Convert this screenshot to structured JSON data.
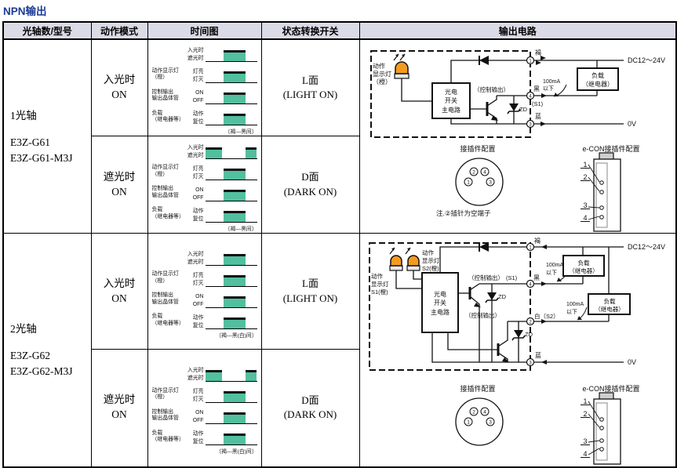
{
  "title": "NPN输出",
  "colors": {
    "title_blue": "#1b3b97",
    "pulse_teal": "#52bf9e",
    "lamp_orange": "#f49b1f",
    "header_bg": "#dbdbe7"
  },
  "table": {
    "headers": [
      "光轴数/型号",
      "动作模式",
      "时间图",
      "状态转换开关",
      "输出电路"
    ],
    "groups": [
      {
        "axes": "1光轴",
        "model1": "E3Z-G61",
        "model2": "E3Z-G61-M3J",
        "modes": [
          {
            "l1": "入光时",
            "l2": "ON"
          },
          {
            "l1": "遮光时",
            "l2": "ON"
          }
        ],
        "switches": [
          {
            "l1": "L面",
            "l2": "(LIGHT ON)"
          },
          {
            "l1": "D面",
            "l2": "(DARK ON)"
          }
        ]
      },
      {
        "axes": "2光轴",
        "model1": "E3Z-G62",
        "model2": "E3Z-G62-M3J",
        "modes": [
          {
            "l1": "入光时",
            "l2": "ON"
          },
          {
            "l1": "遮光时",
            "l2": "ON"
          }
        ],
        "switches": [
          {
            "l1": "L面",
            "l2": "(LIGHT ON)"
          },
          {
            "l1": "D面",
            "l2": "(DARK ON)"
          }
        ]
      }
    ]
  },
  "timing_diagrams": [
    {
      "caption": "〔褐—黑间〕",
      "signals": [
        {
          "l1": "",
          "l2": "",
          "high": "入光时",
          "low": "遮光时",
          "wave": "mid"
        },
        {
          "l1": "动作显示灯",
          "l2": "（橙）",
          "high": "灯亮",
          "low": "灯灭",
          "wave": "mid"
        },
        {
          "l1": "控制输出",
          "l2": "输出晶体管",
          "high": "ON",
          "low": "OFF",
          "wave": "mid"
        },
        {
          "l1": "负载",
          "l2": "（继电器等）",
          "high": "动作",
          "low": "复位",
          "wave": "mid"
        }
      ]
    },
    {
      "caption": "〔褐—黑间〕",
      "signals": [
        {
          "l1": "",
          "l2": "",
          "high": "入光时",
          "low": "遮光时",
          "wave": "edges"
        },
        {
          "l1": "动作显示灯",
          "l2": "（橙）",
          "high": "灯亮",
          "low": "灯灭",
          "wave": "mid"
        },
        {
          "l1": "控制输出",
          "l2": "输出晶体管",
          "high": "ON",
          "low": "OFF",
          "wave": "mid"
        },
        {
          "l1": "负载",
          "l2": "（继电器等）",
          "high": "动作",
          "low": "复位",
          "wave": "mid"
        }
      ]
    },
    {
      "caption": "〔褐—黑(白)间〕",
      "signals": [
        {
          "l1": "",
          "l2": "",
          "high": "入光时",
          "low": "遮光时",
          "wave": "mid"
        },
        {
          "l1": "动作显示灯",
          "l2": "（橙）",
          "high": "灯亮",
          "low": "灯灭",
          "wave": "mid"
        },
        {
          "l1": "控制输出",
          "l2": "输出晶体管",
          "high": "ON",
          "low": "OFF",
          "wave": "mid"
        },
        {
          "l1": "负载",
          "l2": "（继电器等）",
          "high": "动作",
          "low": "复位",
          "wave": "mid"
        }
      ]
    },
    {
      "caption": "〔褐—黑(白)间〕",
      "signals": [
        {
          "l1": "",
          "l2": "",
          "high": "入光时",
          "low": "遮光时",
          "wave": "edges"
        },
        {
          "l1": "动作显示灯",
          "l2": "（橙）",
          "high": "灯亮",
          "low": "灯灭",
          "wave": "mid"
        },
        {
          "l1": "控制输出",
          "l2": "输出晶体管",
          "high": "ON",
          "low": "OFF",
          "wave": "mid"
        },
        {
          "l1": "负载",
          "l2": "（继电器等）",
          "high": "动作",
          "low": "复位",
          "wave": "mid"
        }
      ]
    }
  ],
  "circuit1": {
    "ind": [
      "动作",
      "显示灯",
      "（橙）"
    ],
    "box": [
      "光电",
      "开关",
      "主电路"
    ],
    "ctrl": "（控制输出）",
    "zd": "ZD",
    "brown": "褐",
    "black": "黑",
    "blue": "蓝",
    "s1": "(S1)",
    "ma": "100mA",
    "max": "以下",
    "load1": "负载",
    "load2": "（继电器）",
    "dc": "DC12～24V",
    "zero": "0V",
    "t1": "1",
    "t3": "3",
    "t4": "4"
  },
  "circuit2": {
    "ind1": [
      "动作",
      "显示灯",
      "S1(橙)"
    ],
    "ind2": [
      "动作",
      "显示灯",
      "S2(橙)"
    ],
    "box": [
      "光电",
      "开关",
      "主电路"
    ],
    "ctrl": "（控制输出）",
    "zd": "ZD",
    "brown": "褐",
    "black": "黑",
    "blue": "蓝",
    "s1": "(S1)",
    "white_s2": "白（S2）",
    "ma": "100mA",
    "max": "以下",
    "load1": "负载",
    "load2": "（继电器）",
    "dc": "DC12～24V",
    "zero": "0V",
    "t1": "1",
    "t2": "2",
    "t3": "3",
    "t4": "4"
  },
  "connector": {
    "round_title": "接插件配置",
    "econ_title": "e-CON接插件配置",
    "note": "注.②插针为空端子",
    "r1": "1",
    "r2": "2",
    "r3": "3",
    "r4": "4",
    "p1": "1",
    "p2": "2",
    "p3": "3",
    "p4": "4"
  }
}
